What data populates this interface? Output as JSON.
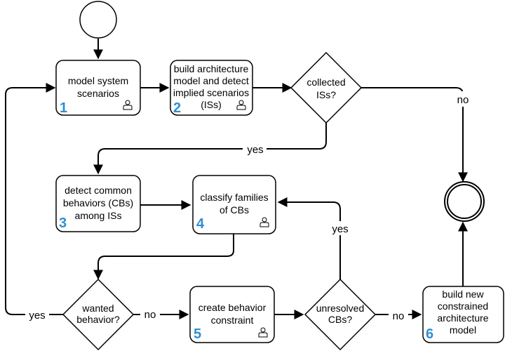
{
  "nodes": {
    "step1": {
      "lines": [
        "model system",
        "scenarios"
      ],
      "number": "1",
      "icon": "person-icon"
    },
    "step2": {
      "lines": [
        "build architecture",
        "model and detect",
        "implied scenarios",
        "(ISs)"
      ],
      "number": "2",
      "icon": "person-icon"
    },
    "step3": {
      "lines": [
        "detect common",
        "behaviors (CBs)",
        "among ISs"
      ],
      "number": "3"
    },
    "step4": {
      "lines": [
        "classify families",
        "of CBs"
      ],
      "number": "4",
      "icon": "person-icon"
    },
    "step5": {
      "lines": [
        "create behavior",
        "constraint"
      ],
      "number": "5",
      "icon": "person-icon"
    },
    "step6": {
      "lines": [
        "build new",
        "constrained",
        "architecture",
        "model"
      ],
      "number": "6"
    },
    "decision_collected": {
      "lines": [
        "collected",
        "ISs?"
      ]
    },
    "decision_wanted": {
      "lines": [
        "wanted",
        "behavior?"
      ]
    },
    "decision_unresolved": {
      "lines": [
        "unresolved",
        "CBs?"
      ]
    }
  },
  "edge_labels": {
    "collected_no": "no",
    "collected_yes": "yes",
    "wanted_yes": "yes",
    "wanted_no": "no",
    "unresolved_yes": "yes",
    "unresolved_no": "no"
  },
  "colors": {
    "step_number": "#2f8fd1",
    "stroke": "#000000"
  }
}
